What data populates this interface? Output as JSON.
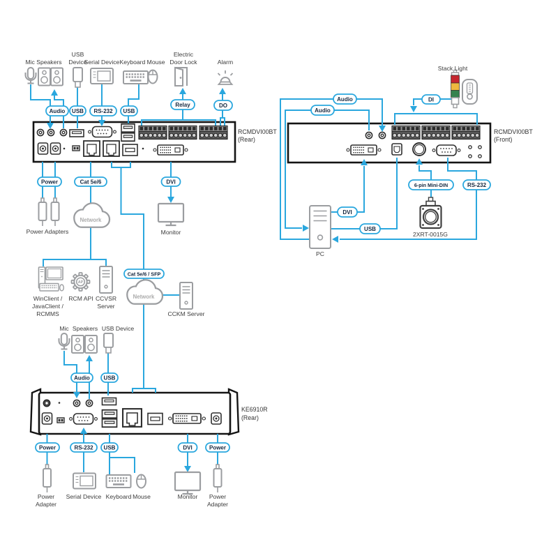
{
  "pills": {
    "audio": "Audio",
    "usb": "USB",
    "rs232": "RS-232",
    "relay": "Relay",
    "dout": "DO",
    "power": "Power",
    "cat56": "Cat 5e/6",
    "dvi": "DVI",
    "cat56sfp": "Cat 5e/6 / SFP",
    "di": "DI",
    "minidin": "6-pin Mini-DIN"
  },
  "devices": {
    "rcm_rear_name": "RCMDVI00BT",
    "rcm_rear_sub": "(Rear)",
    "rcm_front_name": "RCMDVI00BT",
    "rcm_front_sub": "(Front)",
    "ke_name": "KE6910R",
    "ke_sub": "(Rear)"
  },
  "top_console": {
    "mic_speakers": "Mic Speakers",
    "usb_l1": "USB",
    "usb_l2": "Device",
    "serial": "Serial Device",
    "kbm": "Keyboard Mouse",
    "door_l1": "Electric",
    "door_l2": "Door Lock",
    "alarm": "Alarm"
  },
  "mid": {
    "power_adapters": "Power Adapters",
    "network": "Network",
    "monitor": "Monitor",
    "client_l1": "WinClient /",
    "client_l2": "JavaClient /",
    "client_l3": "RCMMS",
    "rcm_api": "RCM API",
    "ap": "AP",
    "ccvsr_l1": "CCVSR",
    "ccvsr_l2": "Server",
    "cckm": "CCKM Server"
  },
  "ke_console": {
    "mic": "Mic",
    "speakers": "Speakers",
    "usb_device": "USB Device"
  },
  "bottom": {
    "pa_l1": "Power",
    "pa_l2": "Adapter",
    "serial": "Serial Device",
    "keyboard": "Keyboard",
    "mouse": "Mouse",
    "monitor": "Monitor"
  },
  "right": {
    "stack_light": "Stack Light",
    "pc": "PC",
    "sensor_model": "2XRT-0015G"
  },
  "colors": {
    "line": "#2AA7DE",
    "pill_text": "#14273F",
    "icon_gray": "#9B9DA0",
    "red": "#C5262F",
    "amber": "#EFB93F",
    "green": "#35834F"
  }
}
